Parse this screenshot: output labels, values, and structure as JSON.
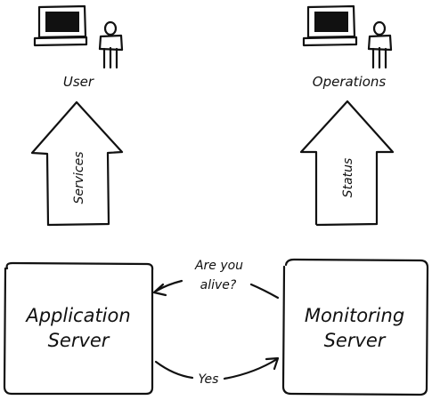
{
  "actors": {
    "user": {
      "label": "User",
      "icon": "computer-user-icon"
    },
    "operations": {
      "label": "Operations",
      "icon": "computer-user-icon"
    }
  },
  "arrows": {
    "services": {
      "label": "Services"
    },
    "status": {
      "label": "Status"
    }
  },
  "servers": {
    "application": {
      "line1": "Application",
      "line2": "Server"
    },
    "monitoring": {
      "line1": "Monitoring",
      "line2": "Server"
    }
  },
  "messages": {
    "request_line1": "Are you",
    "request_line2": "alive?",
    "response": "Yes"
  },
  "colors": {
    "ink": "#111111",
    "background": "#ffffff"
  }
}
